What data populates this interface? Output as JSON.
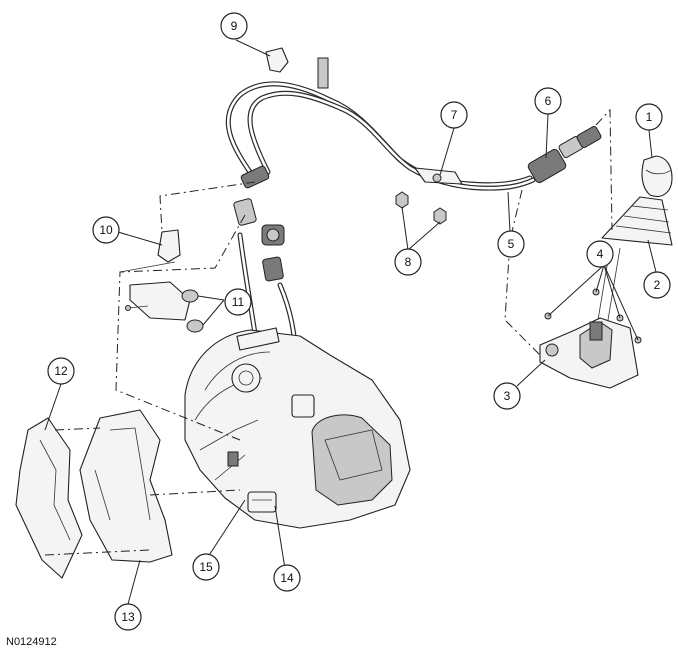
{
  "figure": {
    "reference_code": "N0124912"
  },
  "callouts": [
    {
      "id": "1",
      "label": "1"
    },
    {
      "id": "2",
      "label": "2"
    },
    {
      "id": "3",
      "label": "3"
    },
    {
      "id": "4",
      "label": "4"
    },
    {
      "id": "5",
      "label": "5"
    },
    {
      "id": "6",
      "label": "6"
    },
    {
      "id": "7",
      "label": "7"
    },
    {
      "id": "8",
      "label": "8"
    },
    {
      "id": "9",
      "label": "9"
    },
    {
      "id": "10",
      "label": "10"
    },
    {
      "id": "11",
      "label": "11"
    },
    {
      "id": "12",
      "label": "12"
    },
    {
      "id": "13",
      "label": "13"
    },
    {
      "id": "14",
      "label": "14"
    },
    {
      "id": "15",
      "label": "15"
    }
  ],
  "colors": {
    "line": "#222222",
    "background": "#ffffff"
  }
}
